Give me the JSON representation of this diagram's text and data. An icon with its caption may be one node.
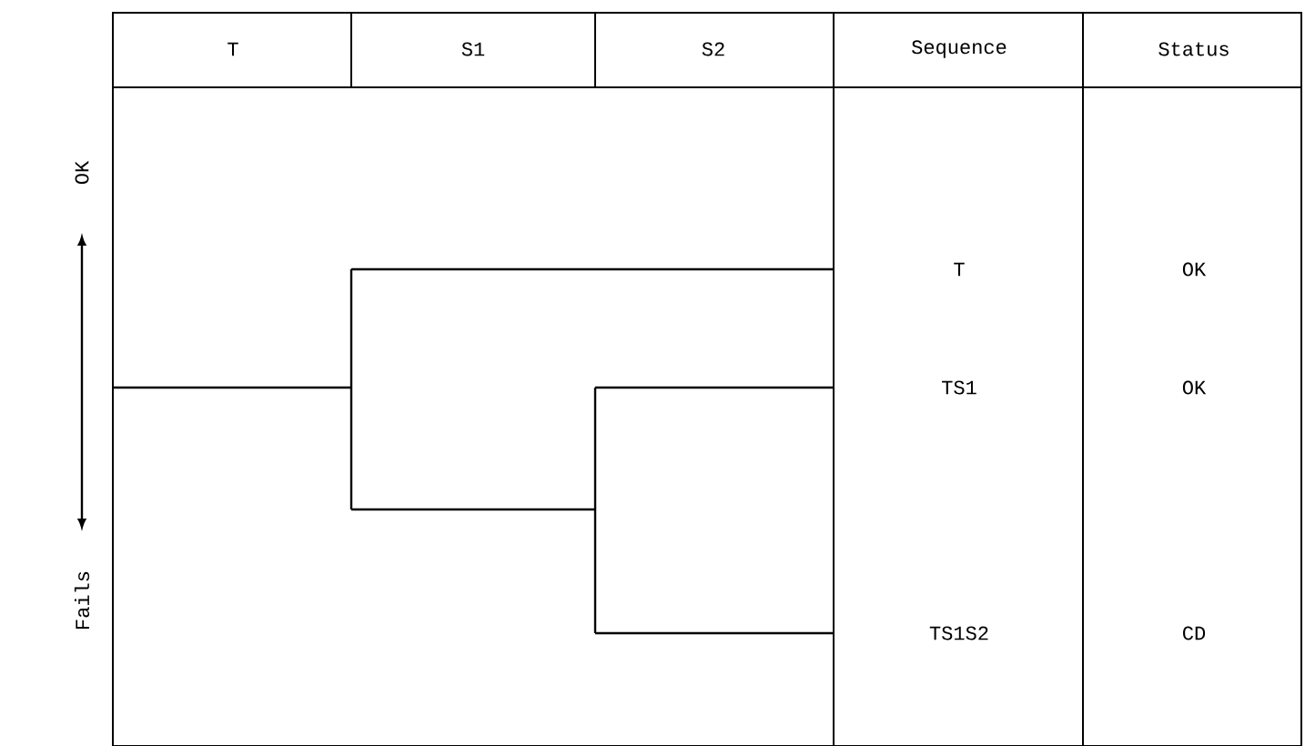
{
  "diagram": {
    "labels": [
      "OK",
      "T",
      "S1",
      "S2",
      "Sequence",
      "Status",
      "T",
      "OK",
      "TS1",
      "OK",
      "TS1S2",
      "CD",
      "Fails"
    ]
  }
}
